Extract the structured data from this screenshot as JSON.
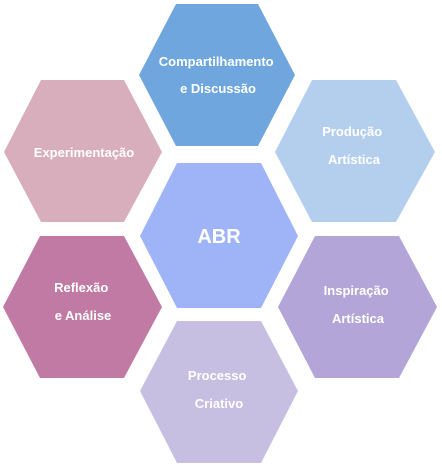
{
  "nodes": [
    {
      "id": "center",
      "lines": [
        "ABR"
      ],
      "color": "#9fb3f7"
    },
    {
      "id": "top",
      "lines": [
        "Compartilhamento",
        "e  Discussão"
      ],
      "color": "#6fa6dd"
    },
    {
      "id": "upper-right",
      "lines": [
        "Produção",
        "Artística"
      ],
      "color": "#b4cfee"
    },
    {
      "id": "lower-right",
      "lines": [
        "Inspiração",
        "Artística"
      ],
      "color": "#b3a5d8"
    },
    {
      "id": "bottom",
      "lines": [
        "Processo",
        "Criativo"
      ],
      "color": "#c6bfe2"
    },
    {
      "id": "lower-left",
      "lines": [
        "Reflexão",
        "e Análise"
      ],
      "color": "#c17aa3"
    },
    {
      "id": "upper-left",
      "lines": [
        "Experimentação"
      ],
      "color": "#d8aebd"
    }
  ]
}
